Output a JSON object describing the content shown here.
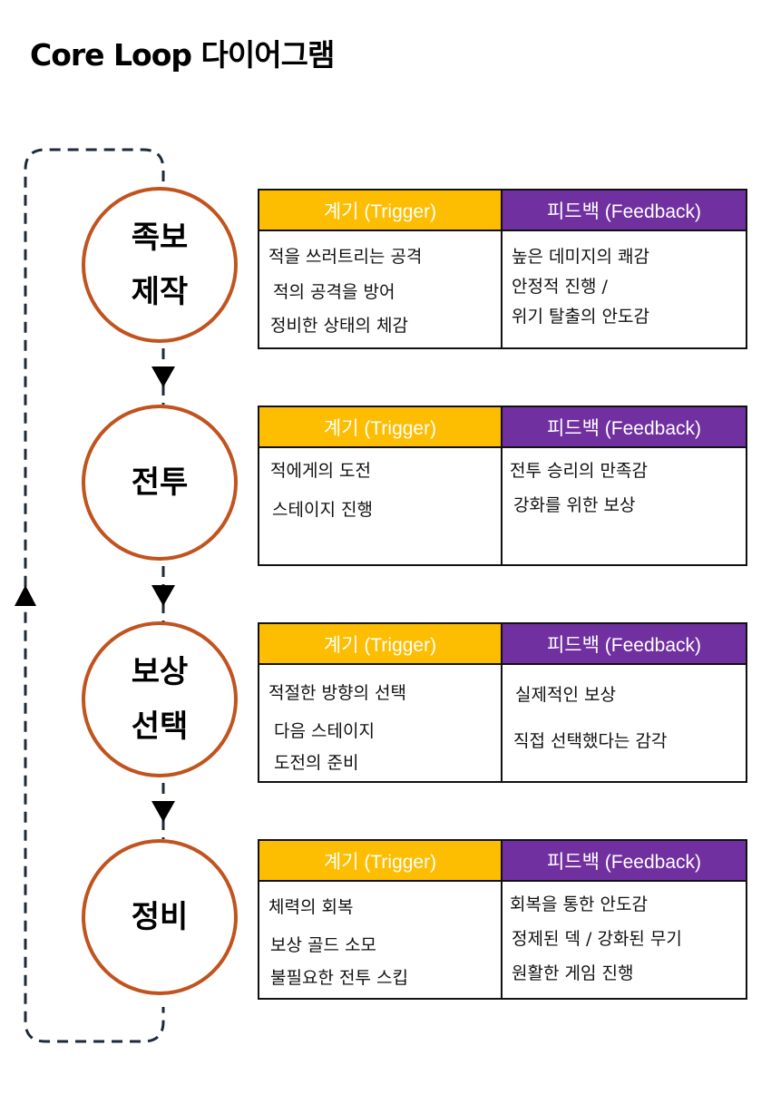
{
  "title": "Core Loop 다이어그램",
  "colors": {
    "node_border": "#c1531e",
    "trigger_header": "#fdbd00",
    "feedback_header": "#7030a0",
    "connector": "#1c2a3a"
  },
  "stages": [
    {
      "name": "족보\n제작",
      "trigger_header": "계기 (Trigger)",
      "feedback_header": "피드백 (Feedback)",
      "triggers": [
        "적을 쓰러트리는 공격",
        "적의 공격을 방어",
        "정비한 상태의 체감"
      ],
      "feedbacks": [
        "높은 데미지의 쾌감",
        "안정적 진행 /",
        "위기 탈출의 안도감"
      ]
    },
    {
      "name": "전투",
      "trigger_header": "계기 (Trigger)",
      "feedback_header": "피드백 (Feedback)",
      "triggers": [
        "적에게의 도전",
        "스테이지 진행"
      ],
      "feedbacks": [
        "전투 승리의 만족감",
        "강화를 위한 보상"
      ]
    },
    {
      "name": "보상\n선택",
      "trigger_header": "계기 (Trigger)",
      "feedback_header": "피드백 (Feedback)",
      "triggers": [
        "적절한 방향의 선택",
        "다음 스테이지",
        "도전의 준비"
      ],
      "feedbacks": [
        "실제적인 보상",
        "직접 선택했다는 감각"
      ]
    },
    {
      "name": "정비",
      "trigger_header": "계기 (Trigger)",
      "feedback_header": "피드백 (Feedback)",
      "triggers": [
        "체력의 회복",
        "보상 골드 소모",
        "불필요한 전투 스킵"
      ],
      "feedbacks": [
        "회복을 통한 안도감",
        "정제된 덱 / 강화된 무기",
        "원활한 게임 진행"
      ]
    }
  ]
}
